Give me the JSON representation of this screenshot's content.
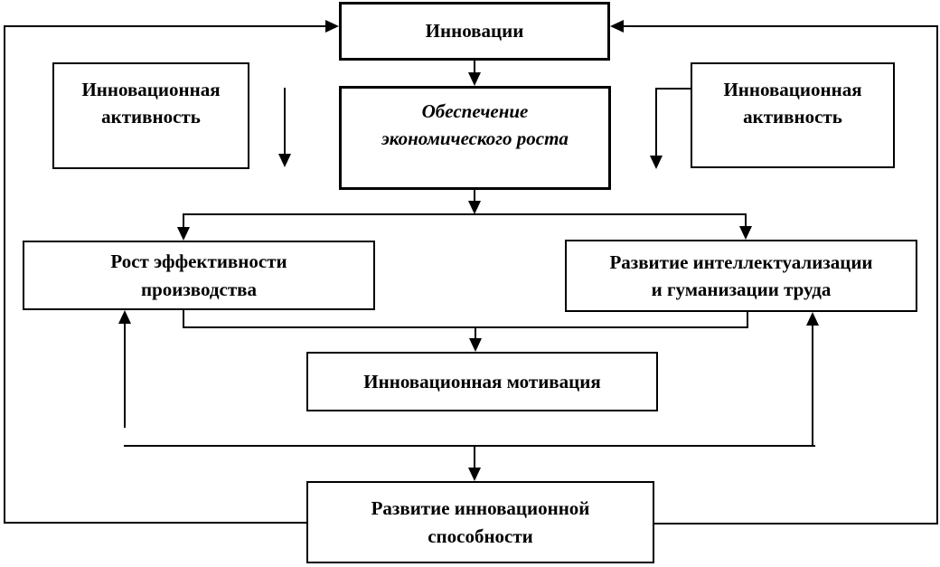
{
  "colors": {
    "line": "#000000",
    "text": "#000000",
    "background": "#ffffff"
  },
  "boxes": {
    "innovations": "Инновации",
    "activity_left": "Инновационная\nактивность",
    "activity_right": "Инновационная\nактивность",
    "economic_growth": "Обеспечение\nэкономического роста",
    "efficiency_growth": "Рост эффективности\nпроизводства",
    "intellectualization": "Развитие интеллектуализации\nи гуманизации труда",
    "motivation": "Инновационная мотивация",
    "capability": "Развитие инновационной\nспособности"
  },
  "edges": [
    {
      "from": "innovations",
      "to": "economic_growth"
    },
    {
      "from": "economic_growth",
      "to": "efficiency_growth"
    },
    {
      "from": "economic_growth",
      "to": "intellectualization"
    },
    {
      "from": "efficiency_growth",
      "to": "motivation"
    },
    {
      "from": "intellectualization",
      "to": "motivation"
    },
    {
      "from": "motivation",
      "to": "capability"
    },
    {
      "from": "capability",
      "to": "efficiency_growth"
    },
    {
      "from": "capability",
      "to": "intellectualization"
    },
    {
      "from": "capability",
      "to": "innovations",
      "via": "left outer loop"
    },
    {
      "from": "capability",
      "to": "innovations",
      "via": "right outer loop"
    },
    {
      "near": "activity_left",
      "type": "standalone down arrow"
    },
    {
      "near": "activity_right",
      "type": "elbow down arrow"
    }
  ]
}
